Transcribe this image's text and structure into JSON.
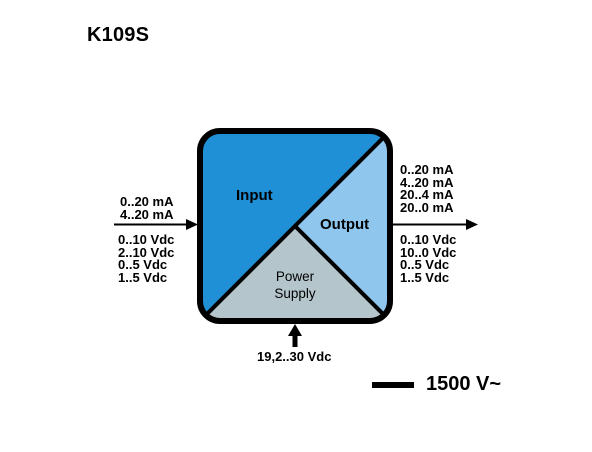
{
  "model": "K109S",
  "block": {
    "input_label": "Input",
    "output_label": "Output",
    "power_label_line1": "Power",
    "power_label_line2": "Supply",
    "colors": {
      "input": "#1f8fd6",
      "output": "#8ec6ee",
      "power": "#b4c6cc",
      "outline": "#000000"
    }
  },
  "inputs": {
    "current": [
      "0..20 mA",
      "4..20 mA"
    ],
    "voltage": [
      "0..10 Vdc",
      "2..10 Vdc",
      "0..5 Vdc",
      "1..5 Vdc"
    ]
  },
  "outputs": {
    "current": [
      "0..20 mA",
      "4..20 mA",
      "20..4 mA",
      "20..0 mA"
    ],
    "voltage": [
      "0..10 Vdc",
      "10..0 Vdc",
      "0..5 Vdc",
      "1..5 Vdc"
    ]
  },
  "power_supply": "19,2..30 Vdc",
  "isolation": "1500 V~"
}
